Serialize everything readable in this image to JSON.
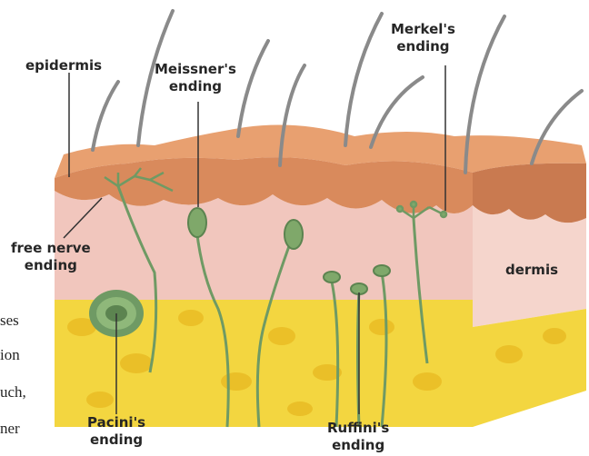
{
  "labels": {
    "epidermis": "epidermis",
    "meissner_line1": "Meissner's",
    "meissner_line2": "ending",
    "merkel_line1": "Merkel's",
    "merkel_line2": "ending",
    "free_line1": "free nerve",
    "free_line2": "ending",
    "dermis": "dermis",
    "pacini_line1": "Pacini's",
    "pacini_line2": "ending",
    "ruffini_line1": "Ruffini's",
    "ruffini_line2": "ending"
  },
  "cropped_text": [
    "ses",
    "ion",
    "uch,",
    "ner"
  ],
  "colors": {
    "epidermis": "#d98a5c",
    "epidermis_top": "#e8a070",
    "dermis": "#f1c6bd",
    "dermis_side": "#f5d5cc",
    "fat": "#f3d640",
    "fat_blob": "#e8b820",
    "nerve": "#6f9a64",
    "receptor": "#7fa86a",
    "hair": "#8a8a8a",
    "leader": "#333333"
  },
  "icons": [
    "hair-strand-icon",
    "pacinian-corpuscle-icon",
    "meissner-corpuscle-icon",
    "ruffini-ending-icon",
    "merkel-ending-icon",
    "free-nerve-ending-icon"
  ]
}
